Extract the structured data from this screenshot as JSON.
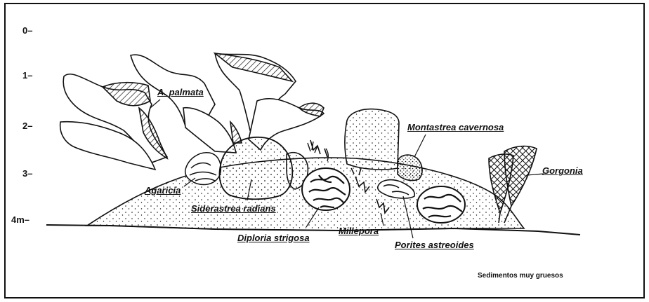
{
  "depth_scale": {
    "ticks": [
      "0–",
      "1–",
      "2–",
      "3–",
      "4m–"
    ]
  },
  "labels": {
    "a_palmata": "A. palmata",
    "agaricia": "Agaricia",
    "siderastrea": "Siderastrea radians",
    "diploria": "Diploria strigosa",
    "millepora": "Millepora",
    "porites": "Porites astreoides",
    "montastrea": "Montastrea cavernosa",
    "gorgonia": "Gorgonia"
  },
  "footer": {
    "sediment_note": "Sedimentos muy gruesos"
  }
}
